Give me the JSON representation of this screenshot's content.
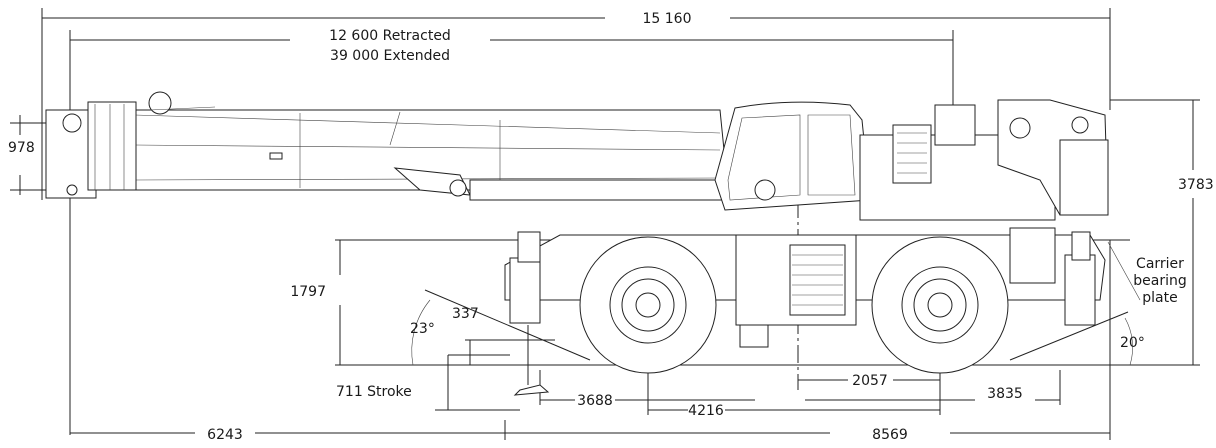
{
  "dimensions": {
    "overall_length": "15 160",
    "boom_retracted": "12 600 Retracted",
    "boom_extended": "39 000 Extended",
    "boom_head_height": "978",
    "overall_height": "3783",
    "deck_height": "1797",
    "approach_angle": "23°",
    "departure_angle": "20°",
    "ground_clearance": "337",
    "outrigger_stroke": "711 Stroke",
    "front_overhang": "3688",
    "wheelbase": "4216",
    "rear_axle_offset": "2057",
    "rear_overhang": "3835",
    "front_reach": "6243",
    "carrier_length": "8569"
  },
  "labels": {
    "carrier_bearing_plate": [
      "Carrier",
      "bearing",
      "plate"
    ]
  }
}
